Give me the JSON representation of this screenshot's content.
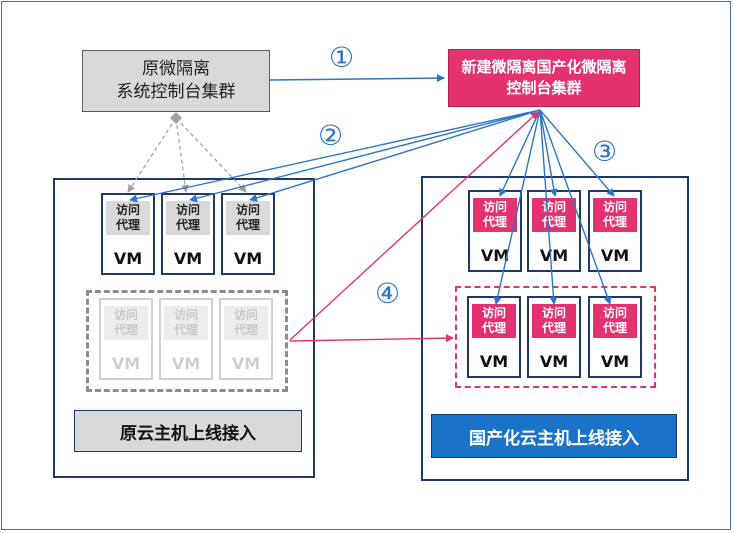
{
  "legacy_cluster": {
    "line1": "原微隔离",
    "line2": "系统控制台集群"
  },
  "new_cluster": {
    "title": "新建微隔离国产化微隔离控制台集群"
  },
  "steps": {
    "s1": "①",
    "s2": "②",
    "s3": "③",
    "s4": "④"
  },
  "agent_label": {
    "line1": "访问",
    "line2": "代理"
  },
  "vm_label": "VM",
  "legacy_zone": {
    "caption": "原云主机上线接入"
  },
  "domestic_zone": {
    "caption": "国产化云主机上线接入"
  },
  "colors": {
    "accent_blue": "#2e75c7",
    "pink": "#e4316f",
    "navy": "#1f3864",
    "grey": "#d9d9d9"
  }
}
